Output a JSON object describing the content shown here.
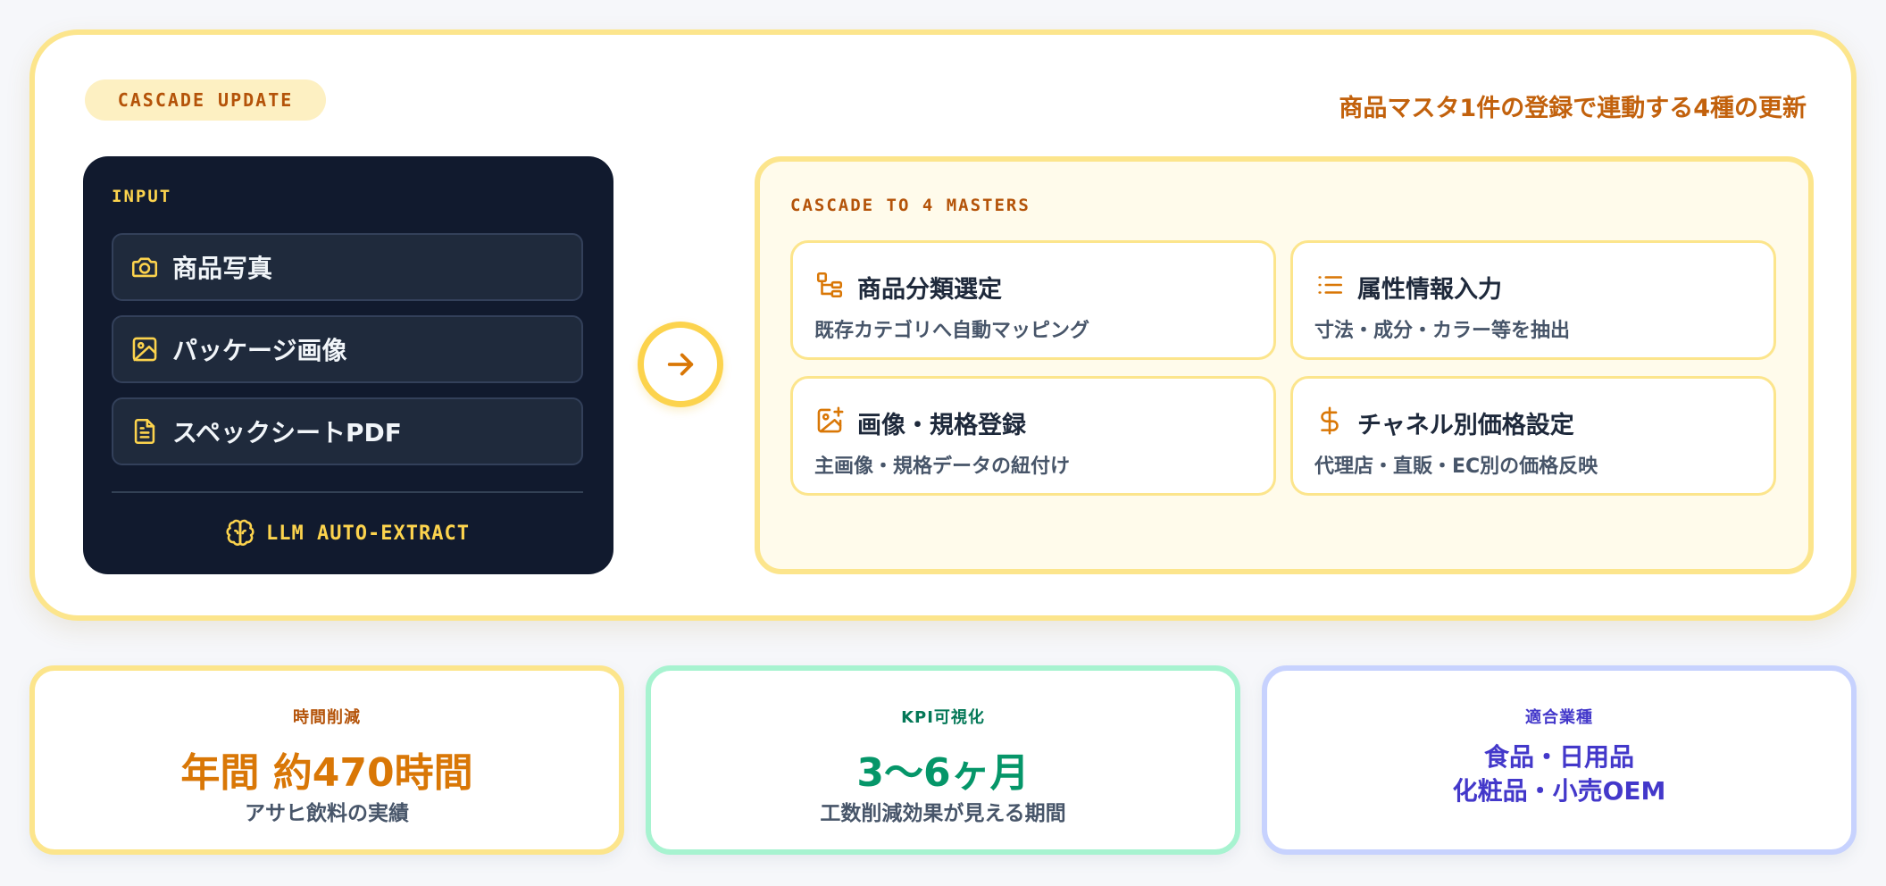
{
  "header": {
    "badge": "CASCADE UPDATE",
    "headline": "商品マスタ1件の登録で連動する4種の更新"
  },
  "input_panel": {
    "label": "INPUT",
    "items": [
      {
        "icon": "camera-icon",
        "label": "商品写真"
      },
      {
        "icon": "image-icon",
        "label": "パッケージ画像"
      },
      {
        "icon": "file-text-icon",
        "label": "スペックシートPDF"
      }
    ],
    "footer": {
      "icon": "brain-icon",
      "label": "LLM AUTO-EXTRACT"
    }
  },
  "connector": {
    "icon": "arrow-right-icon"
  },
  "cascade_panel": {
    "label": "CASCADE TO 4 MASTERS",
    "masters": [
      {
        "icon": "hierarchy-icon",
        "title": "商品分類選定",
        "desc": "既存カテゴリへ自動マッピング"
      },
      {
        "icon": "list-icon",
        "title": "属性情報入力",
        "desc": "寸法・成分・カラー等を抽出"
      },
      {
        "icon": "image-plus-icon",
        "title": "画像・規格登録",
        "desc": "主画像・規格データの紐付け"
      },
      {
        "icon": "dollar-icon",
        "title": "チャネル別価格設定",
        "desc": "代理店・直販・EC別の価格反映"
      }
    ]
  },
  "stats": [
    {
      "label": "時間削減",
      "value": "年間  約470時間",
      "note": "アサヒ飲料の実績",
      "accent": "#d97706",
      "border": "#fce58c",
      "label_color": "#b45309"
    },
    {
      "label": "KPI可視化",
      "value": "3〜6ヶ月",
      "note": "工数削減効果が見える期間",
      "accent": "#059669",
      "border": "#a7f3d0",
      "label_color": "#047857"
    },
    {
      "label": "適合業種",
      "lines": [
        "食品・日用品",
        "化粧品・小売OEM"
      ],
      "accent": "#4338ca",
      "border": "#c7d2fe",
      "label_color": "#4338ca"
    }
  ],
  "colors": {
    "accent_amber": "#d97706",
    "panel_dark": "#111a2e",
    "highlight_yellow": "#fcd34d"
  }
}
